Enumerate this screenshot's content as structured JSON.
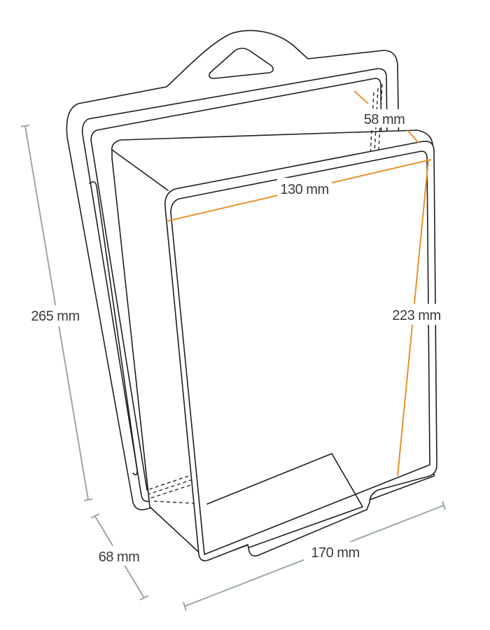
{
  "colors": {
    "outline": "#1e1e1e",
    "overall_dimension": "#9aa6ad",
    "inner_dimension": "#e8912d",
    "label_text": "#3a3a3a"
  },
  "dimensions": {
    "overall_height": "265 mm",
    "overall_depth": "68 mm",
    "overall_width": "170 mm",
    "cavity_width": "130 mm",
    "cavity_depth": "58 mm",
    "cavity_height": "223 mm"
  }
}
